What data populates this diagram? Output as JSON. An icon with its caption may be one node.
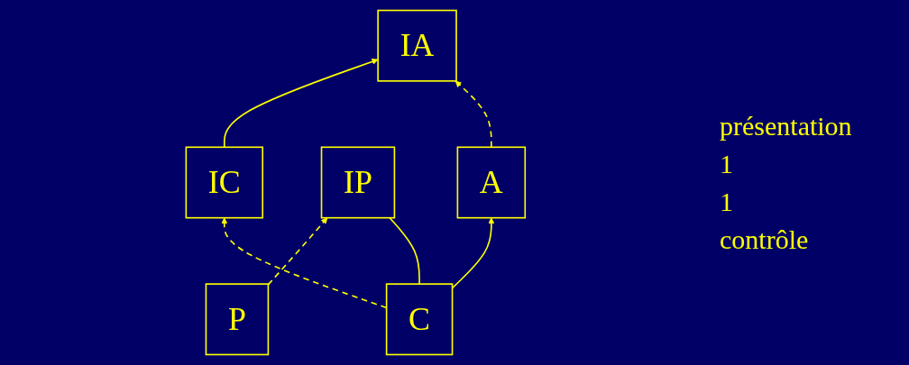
{
  "diagram": {
    "nodes": [
      {
        "text": [
          "IA"
        ]
      },
      {
        "text": [
          "IC"
        ]
      },
      {
        "text": [
          "IP"
        ]
      },
      {
        "text": [
          "A"
        ]
      },
      {
        "text": [
          "C"
        ]
      },
      {
        "text": [
          "P"
        ]
      }
    ],
    "edges": [
      {
        "from": 1,
        "to": 0,
        "arrow": "to"
      },
      {
        "from": 3,
        "to": 0,
        "arrow": "to",
        "style": "dashed"
      },
      {
        "from": 4,
        "to": 1,
        "arrow": "to",
        "style": "dashed"
      },
      {
        "from": 5,
        "to": 2,
        "arrow": "to",
        "style": "dashed"
      },
      {
        "from": 4,
        "to": 3,
        "arrow": "to"
      },
      {
        "from": 4,
        "to": 2,
        "arrow": "none"
      }
    ],
    "labels": [
      "présentation",
      "1",
      "1",
      "contrôle"
    ]
  }
}
